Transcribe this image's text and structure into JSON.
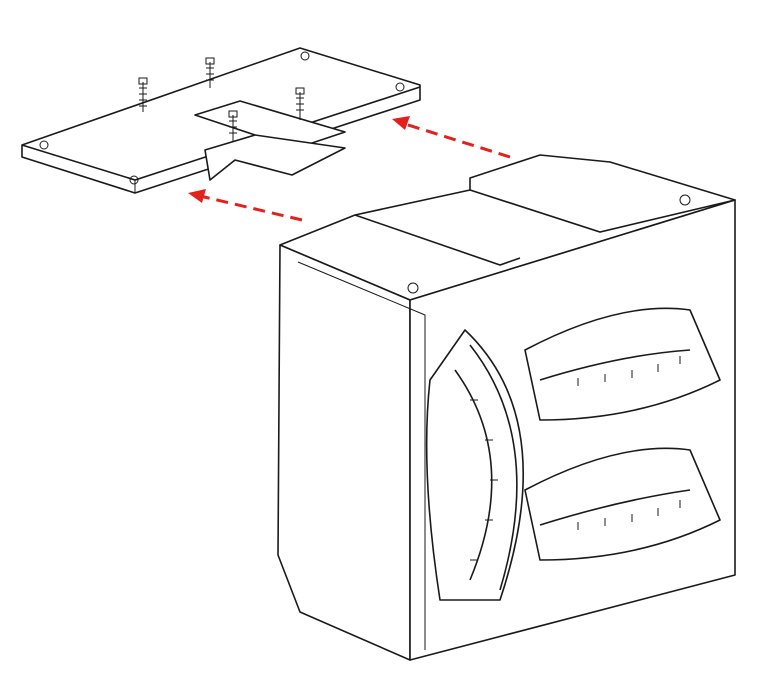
{
  "colors": {
    "arrow": "#e3211c",
    "line": "#1a1a1a",
    "background": "#ffffff"
  },
  "parts": [
    "mounting-plate",
    "screws",
    "gauge-housing",
    "gauge-dials"
  ]
}
